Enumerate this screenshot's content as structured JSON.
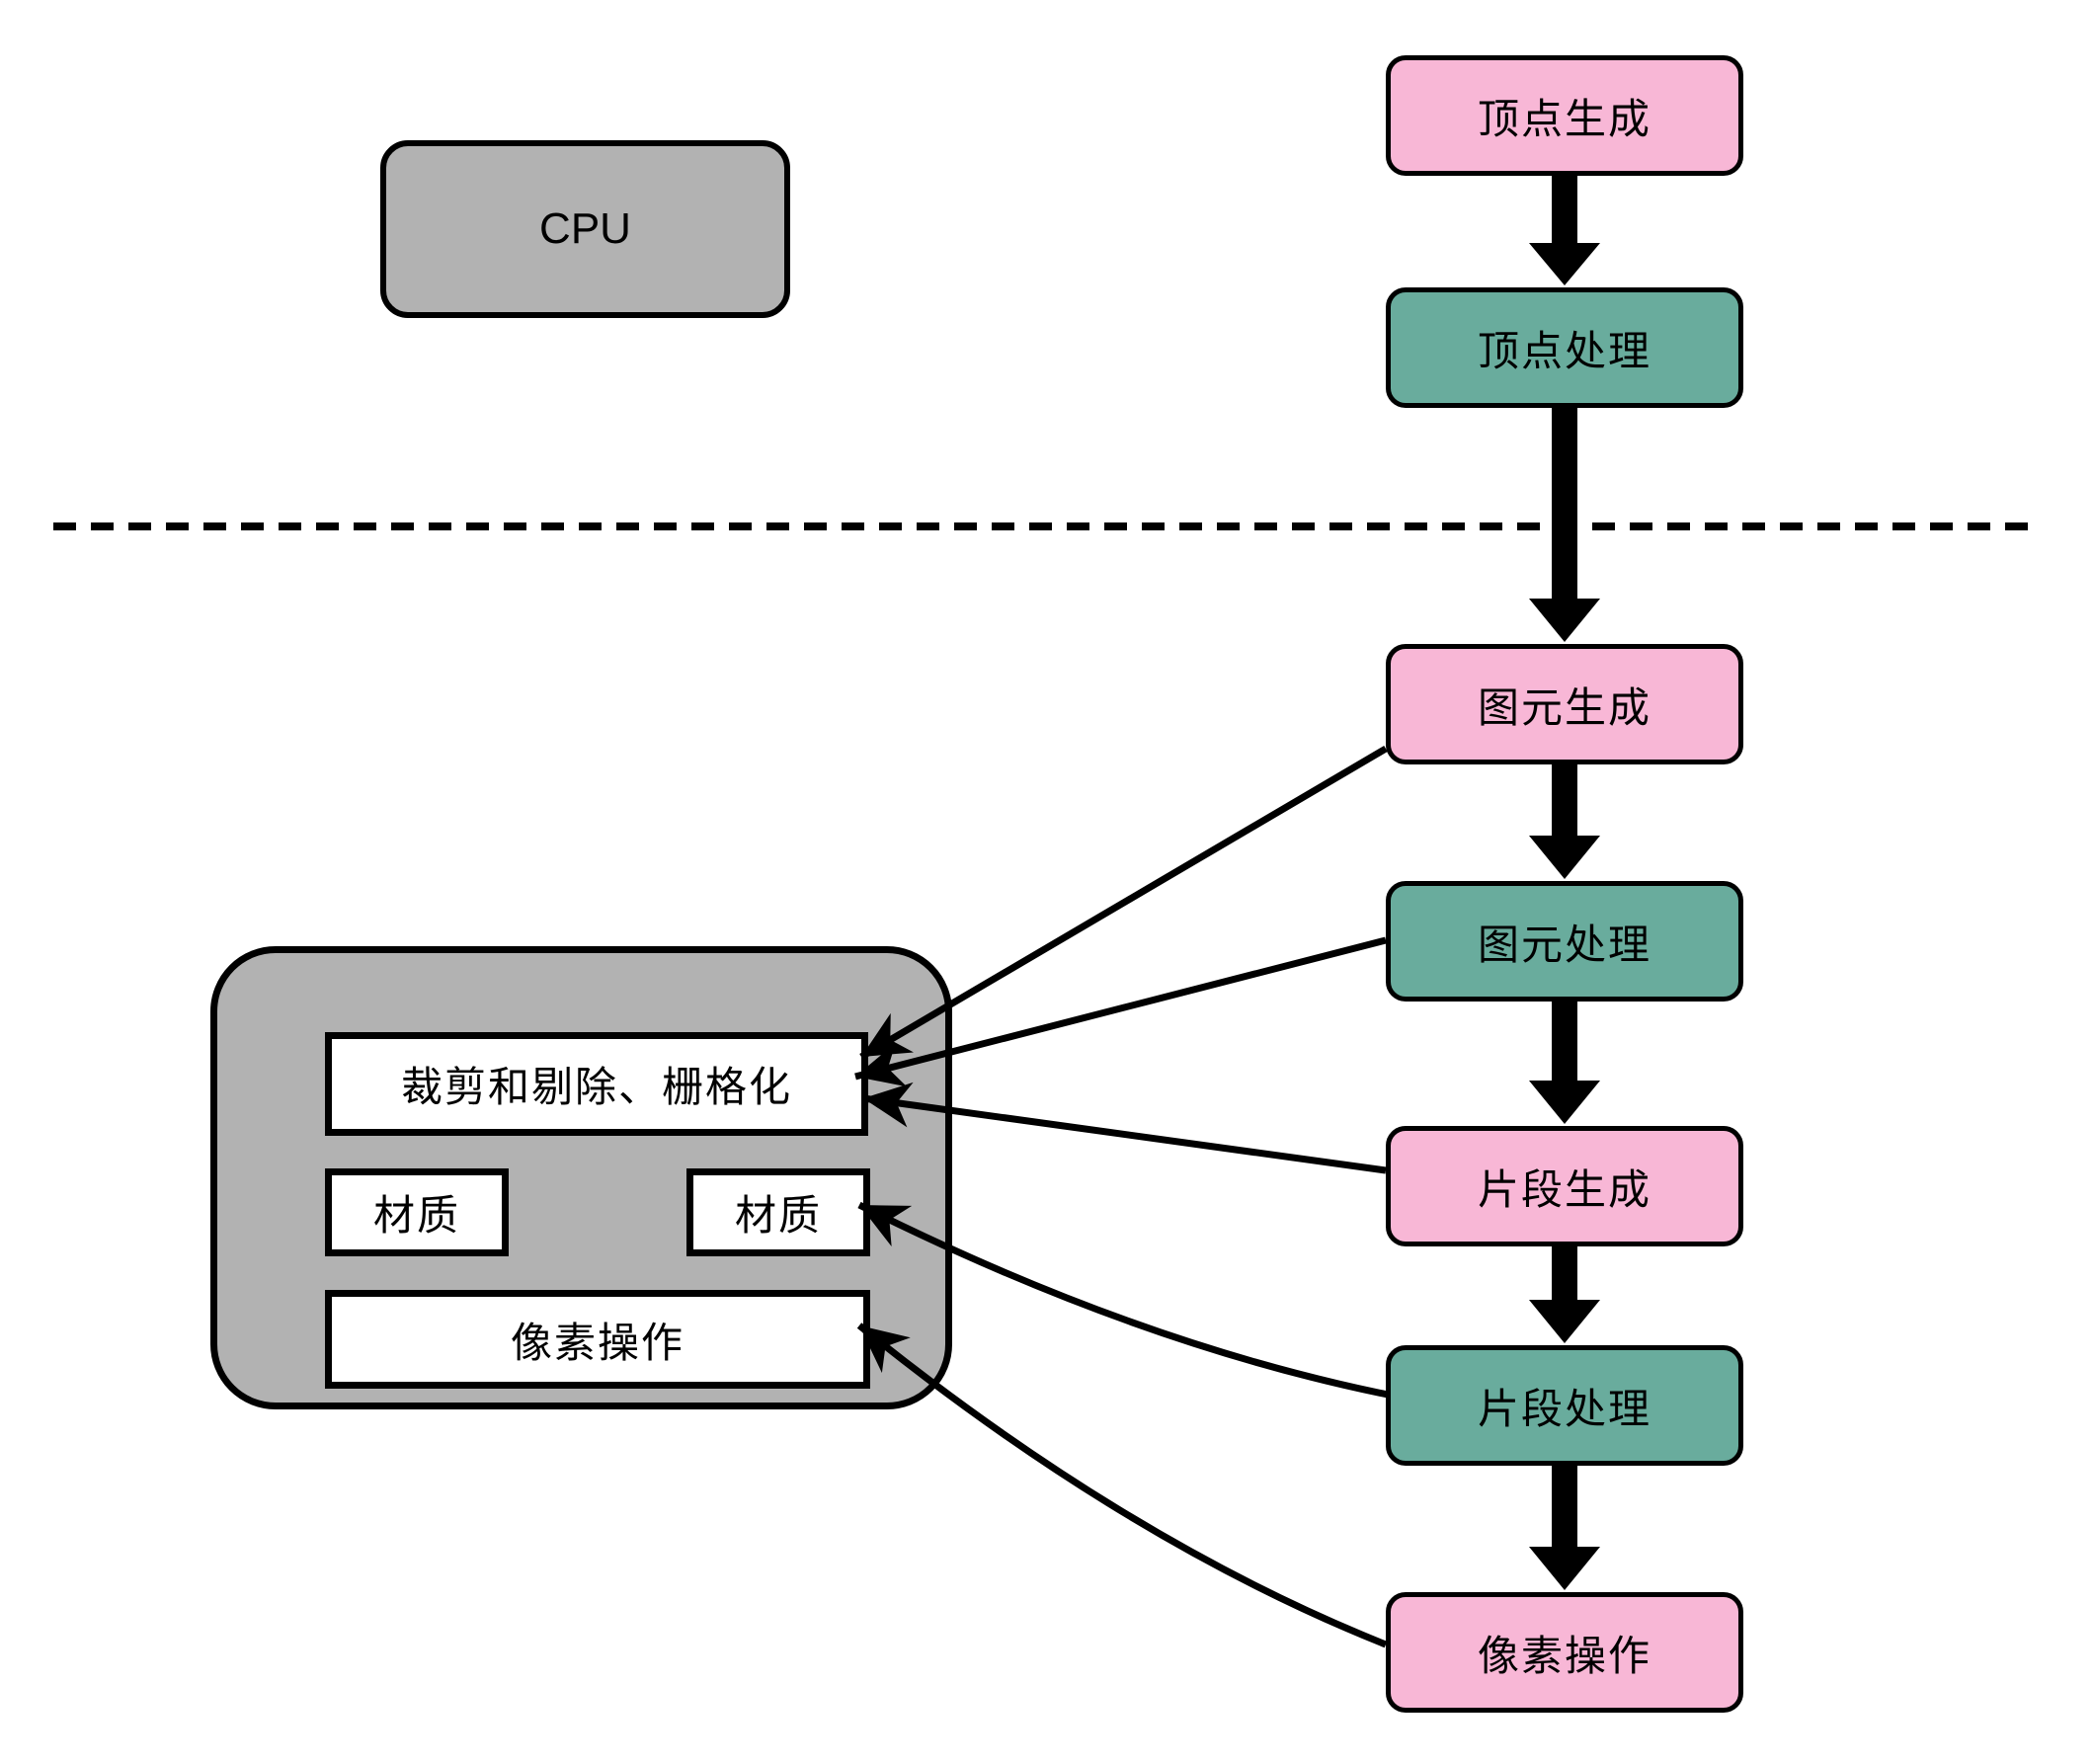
{
  "diagram": {
    "title_context": "rendering-pipeline-diagram",
    "cpu": {
      "label": "CPU"
    },
    "pipeline_nodes": [
      {
        "label": "顶点生成",
        "type": "pink"
      },
      {
        "label": "顶点处理",
        "type": "teal"
      },
      {
        "label": "图元生成",
        "type": "pink"
      },
      {
        "label": "图元处理",
        "type": "teal"
      },
      {
        "label": "片段生成",
        "type": "pink"
      },
      {
        "label": "片段处理",
        "type": "teal"
      },
      {
        "label": "像素操作",
        "type": "pink"
      }
    ],
    "gpu_block": {
      "clip_label": "裁剪和剔除、栅格化",
      "texture_left_label": "材质",
      "texture_right_label": "材质",
      "pixel_ops_label": "像素操作"
    },
    "colors": {
      "pink": "#F8B7D6",
      "teal": "#69AC9D",
      "gray": "#B2B2B2",
      "line": "#000000",
      "background": "#FFFFFF"
    }
  }
}
